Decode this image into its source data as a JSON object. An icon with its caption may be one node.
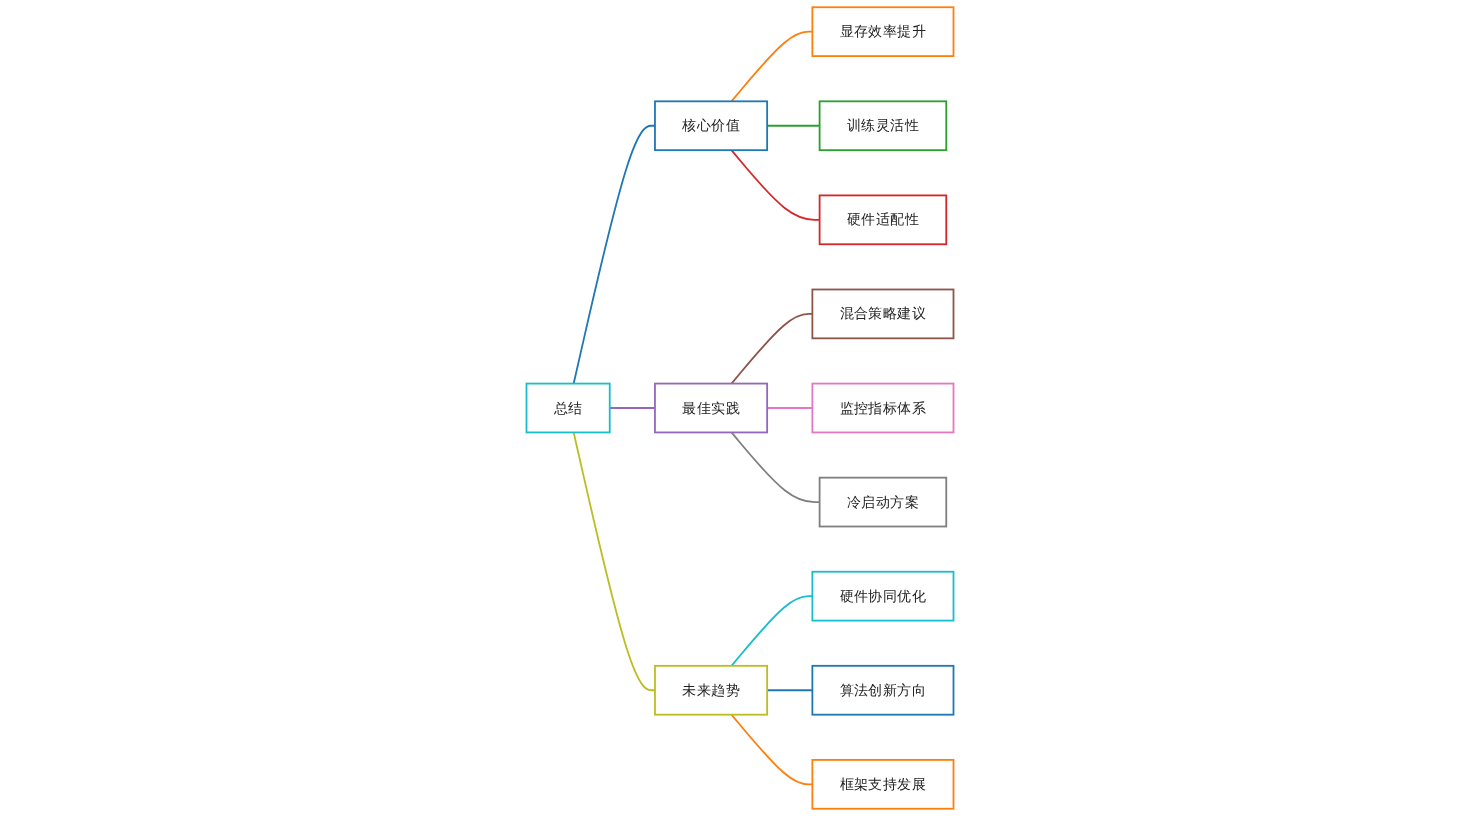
{
  "diagram": {
    "nodes": [
      {
        "text": [
          "总结"
        ]
      },
      {
        "text": [
          "核心价值"
        ]
      },
      {
        "text": [
          "最佳实践"
        ]
      },
      {
        "text": [
          "未来趋势"
        ]
      },
      {
        "text": [
          "显存效率提升"
        ]
      },
      {
        "text": [
          "训练灵活性"
        ]
      },
      {
        "text": [
          "硬件适配性"
        ]
      },
      {
        "text": [
          "混合策略建议"
        ]
      },
      {
        "text": [
          "监控指标体系"
        ]
      },
      {
        "text": [
          "冷启动方案"
        ]
      },
      {
        "text": [
          "硬件协同优化"
        ]
      },
      {
        "text": [
          "算法创新方向"
        ]
      },
      {
        "text": [
          "框架支持发展"
        ]
      }
    ],
    "edges": [
      {
        "from": 0,
        "to": 1,
        "arrow": "none",
        "color": "#1f77b4"
      },
      {
        "from": 0,
        "to": 2,
        "arrow": "none",
        "color": "#9467bd"
      },
      {
        "from": 0,
        "to": 3,
        "arrow": "none",
        "color": "#bcbd22"
      },
      {
        "from": 1,
        "to": 4,
        "arrow": "none",
        "color": "#ff7f0e"
      },
      {
        "from": 1,
        "to": 5,
        "arrow": "none",
        "color": "#2ca02c"
      },
      {
        "from": 1,
        "to": 6,
        "arrow": "none",
        "color": "#d62728"
      },
      {
        "from": 2,
        "to": 7,
        "arrow": "none",
        "color": "#8c564b"
      },
      {
        "from": 2,
        "to": 8,
        "arrow": "none",
        "color": "#e377c2"
      },
      {
        "from": 2,
        "to": 9,
        "arrow": "none",
        "color": "#7f7f7f"
      },
      {
        "from": 3,
        "to": 10,
        "arrow": "none",
        "color": "#17becf"
      },
      {
        "from": 3,
        "to": 11,
        "arrow": "none",
        "color": "#1f77b4"
      },
      {
        "from": 3,
        "to": 12,
        "arrow": "none",
        "color": "#ff7f0e"
      }
    ]
  }
}
